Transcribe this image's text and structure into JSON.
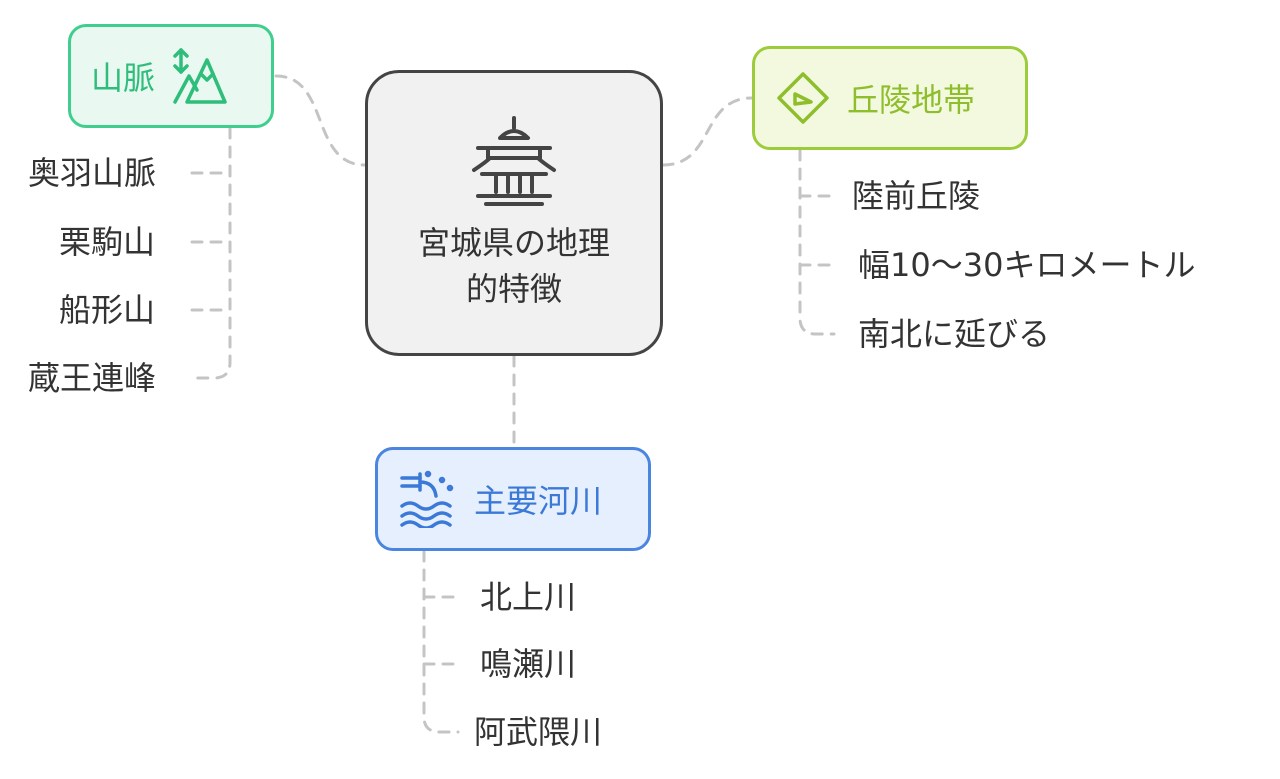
{
  "center": {
    "title": "宮城県の地理的特徴",
    "icon": "castle-icon"
  },
  "branches": [
    {
      "label": "山脈",
      "icon": "mountain-icon",
      "color": "#3fce8e",
      "items": [
        "奥羽山脈",
        "栗駒山",
        "船形山",
        "蔵王連峰"
      ]
    },
    {
      "label": "丘陵地帯",
      "icon": "hill-icon",
      "color": "#9ccc3c",
      "items": [
        "陸前丘陵",
        "幅10〜30キロメートル",
        "南北に延びる"
      ]
    },
    {
      "label": "主要河川",
      "icon": "river-icon",
      "color": "#4a86e0",
      "items": [
        "北上川",
        "鳴瀬川",
        "阿武隈川"
      ]
    }
  ]
}
